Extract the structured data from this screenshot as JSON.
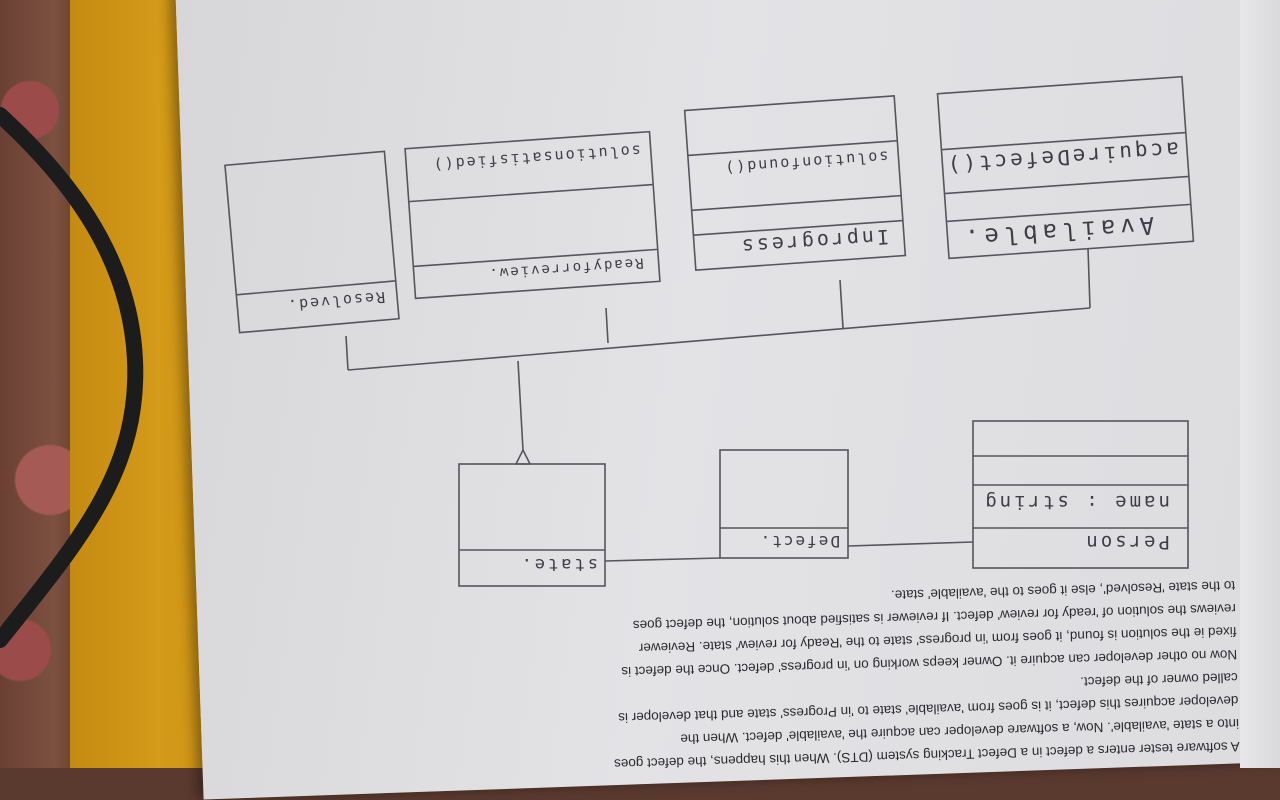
{
  "problem_statement": [
    "A software tester enters a defect in a Defect Tracking system (DTS). When this happens, the defect goes",
    "into a state 'available'. Now, a software developer can acquire the 'available' defect. When the",
    "developer acquires this defect, it is goes from 'available' state to 'in Progress' state and that developer is",
    "called owner of the defect.",
    "Now no other developer can acquire it. Owner keeps working on 'in progress' defect. Once the defect is",
    "fixed ie the solution is found, it goes from 'in progress' state to the 'Ready for review' state. Reviewer",
    "reviews the solution of 'ready for review' defect. If reviewer is satisfied about solution, the defect goes",
    "to the state 'Resolved', else it goes to the 'available' state."
  ],
  "diagram": {
    "classes": {
      "person": {
        "name": "Person",
        "attribute": "name : string"
      },
      "defect": {
        "name": "Defect."
      },
      "state": {
        "name": "state."
      }
    },
    "states": {
      "available": {
        "name": "Available.",
        "operation": "acquireDefect()"
      },
      "in_progress": {
        "name": "Inprogress",
        "operation": "solutionfound()"
      },
      "ready_for_review": {
        "name": "Readyforreview.",
        "operation": "solutionsatisfied()"
      },
      "resolved": {
        "name": "Resolved."
      }
    }
  }
}
